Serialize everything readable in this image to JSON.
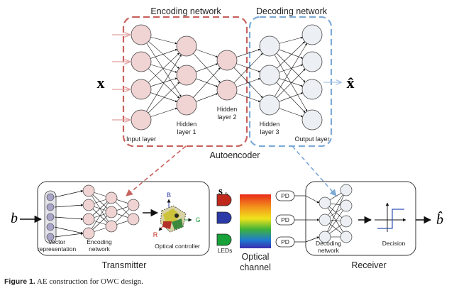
{
  "labels": {
    "encoding_network": "Encoding network",
    "decoding_network": "Decoding network",
    "input_x": "x",
    "output_xhat": "x̂",
    "input_layer": "Input layer",
    "hidden_layer_1_a": "Hidden",
    "hidden_layer_1_b": "layer 1",
    "hidden_layer_2_a": "Hidden",
    "hidden_layer_2_b": "layer 2",
    "hidden_layer_3_a": "Hidden",
    "hidden_layer_3_b": "layer 3",
    "output_layer": "Output layer",
    "autoencoder": "Autoencoder",
    "input_b": "b",
    "output_bhat": "b̂",
    "vector_representation_a": "Vector",
    "vector_representation_b": "representation",
    "tx_encoding_a": "Encoding",
    "tx_encoding_b": "network",
    "axis_b": "B",
    "axis_g": "G",
    "axis_r": "R",
    "optical_controller": "Optical controller",
    "signal_s": "s",
    "signal_sub": "b",
    "leds": "LEDs",
    "optical_a": "Optical",
    "optical_b": "channel",
    "pd": "PD",
    "rx_decoding_a": "Decoding",
    "rx_decoding_b": "network",
    "decision": "Decision",
    "transmitter": "Transmitter",
    "receiver": "Receiver"
  },
  "caption": {
    "label": "Figure 1.",
    "text": " AE construction for OWC design."
  },
  "colors": {
    "encoder_box": "#c8625f",
    "decoder_box": "#7eaad6",
    "encoder_node": "#f0d3d3",
    "decoder_node": "#eceff3",
    "led_red": "#c0281c",
    "led_blue": "#2c3aa8",
    "led_green": "#19a13a"
  }
}
